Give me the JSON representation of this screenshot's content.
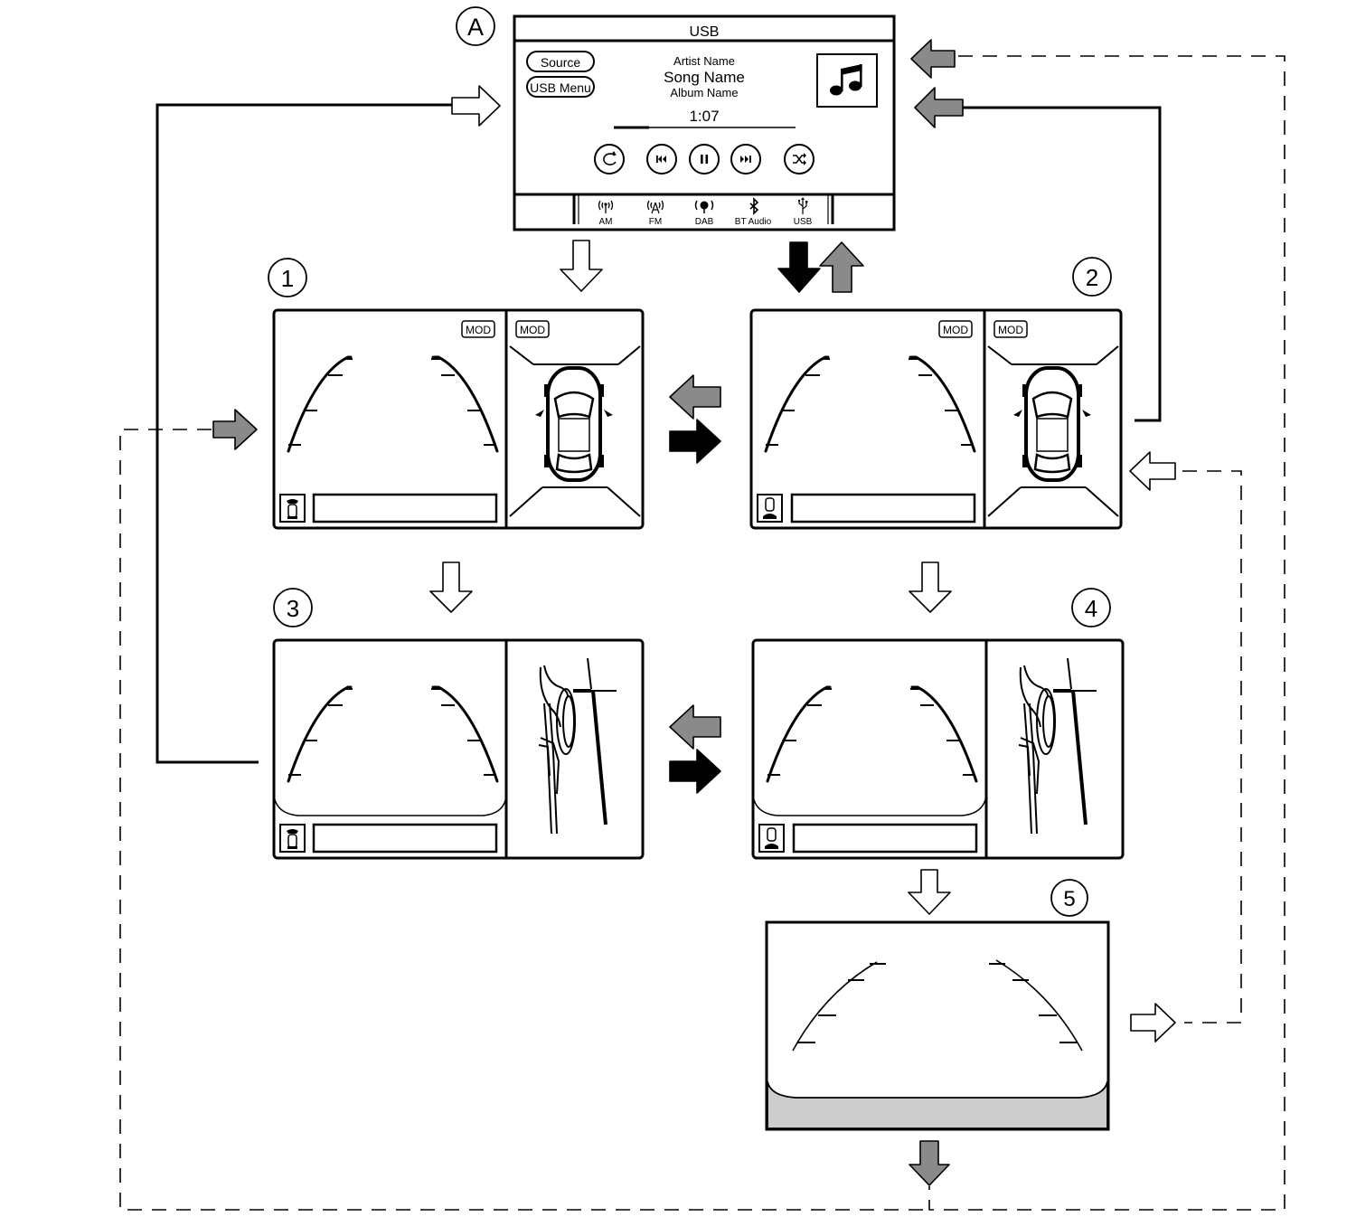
{
  "usb_screen": {
    "callout": "A",
    "title": "USB",
    "source_button": "Source",
    "usb_menu_button": "USB Menu",
    "artist": "Artist Name",
    "song": "Song Name",
    "album": "Album Name",
    "time": "1:07",
    "controls": [
      "repeat-icon",
      "previous-track-icon",
      "pause-icon",
      "next-track-icon",
      "shuffle-icon"
    ],
    "sources": [
      {
        "label": "AM",
        "icon": "am-antenna-icon"
      },
      {
        "label": "FM",
        "icon": "fm-antenna-icon"
      },
      {
        "label": "DAB",
        "icon": "dab-antenna-icon"
      },
      {
        "label": "BT Audio",
        "icon": "bluetooth-icon"
      },
      {
        "label": "USB",
        "icon": "usb-icon"
      }
    ],
    "album_art_icon": "music-note-icon"
  },
  "views": [
    {
      "callout": "1",
      "badge_main": "MOD",
      "badge_side": "MOD",
      "side_view": "top-down car view"
    },
    {
      "callout": "2",
      "badge_main": "MOD",
      "badge_side": "MOD",
      "side_view": "top-down car view"
    },
    {
      "callout": "3",
      "side_view": "front side view"
    },
    {
      "callout": "4",
      "side_view": "front side view"
    },
    {
      "callout": "5"
    }
  ],
  "arrow_styles": {
    "white": "#ffffff",
    "gray": "#8a8a8a",
    "black": "#000000"
  },
  "colors": {
    "line": "#000000",
    "screen_bg": "#ffffff",
    "bumper": "#cccccc"
  }
}
